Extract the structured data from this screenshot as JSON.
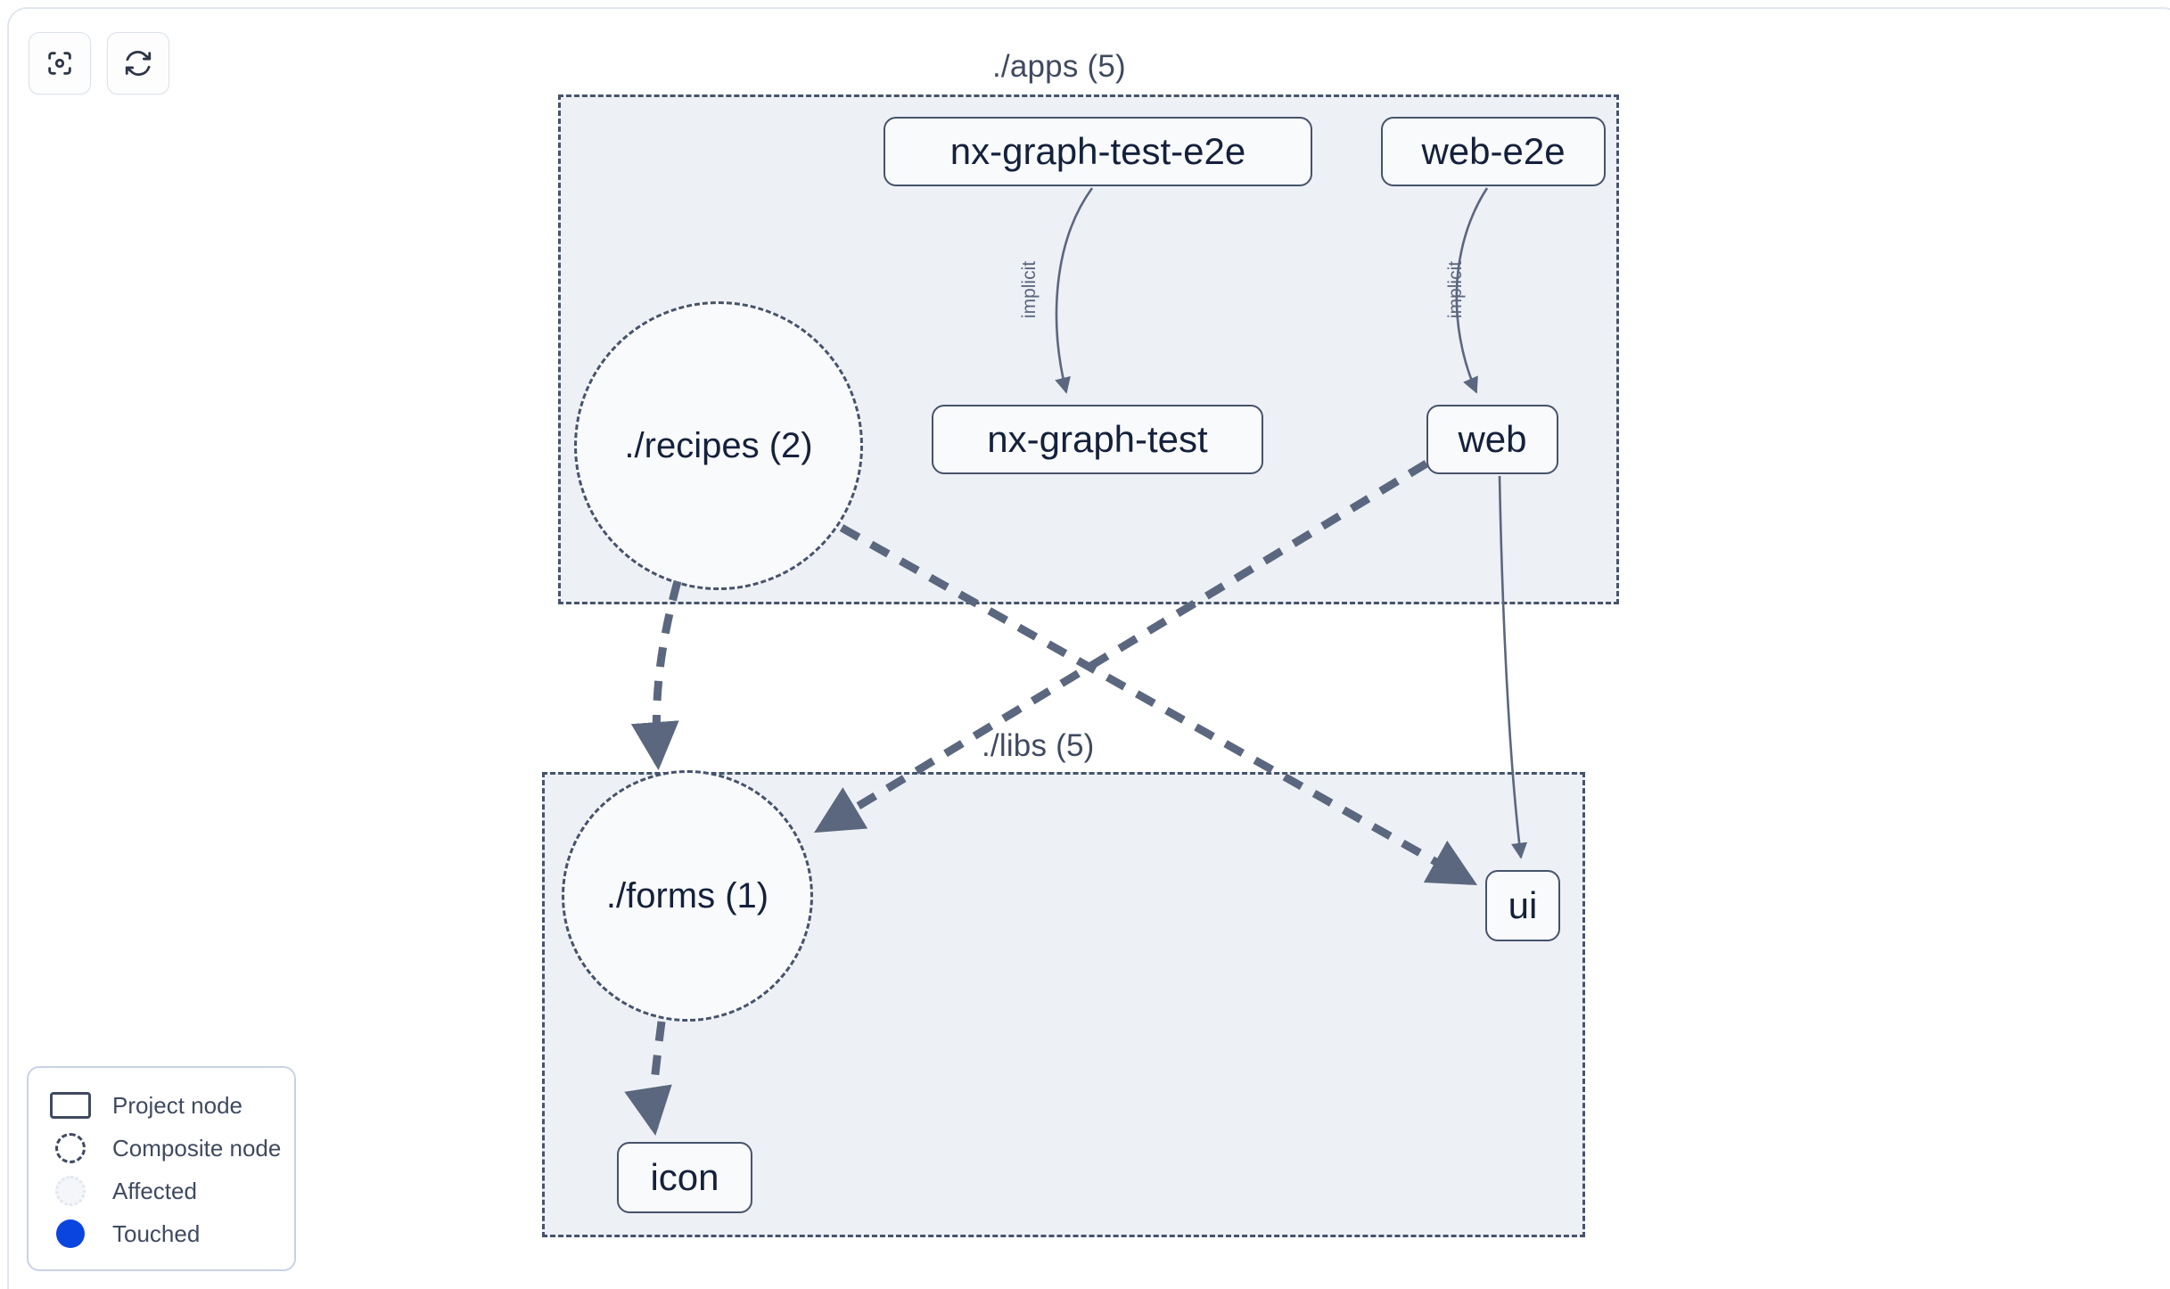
{
  "toolbar": {
    "buttons": [
      {
        "name": "focus-graph-button",
        "icon": "focus-target-icon",
        "title": "Focus"
      },
      {
        "name": "refresh-graph-button",
        "icon": "refresh-icon",
        "title": "Refresh"
      }
    ]
  },
  "graph": {
    "groups": [
      {
        "id": "apps",
        "label": "./apps (5)"
      },
      {
        "id": "libs",
        "label": "./libs (5)"
      }
    ],
    "nodes": [
      {
        "id": "nx-graph-test-e2e",
        "label": "nx-graph-test-e2e",
        "type": "project",
        "group": "apps"
      },
      {
        "id": "web-e2e",
        "label": "web-e2e",
        "type": "project",
        "group": "apps"
      },
      {
        "id": "nx-graph-test",
        "label": "nx-graph-test",
        "type": "project",
        "group": "apps"
      },
      {
        "id": "web",
        "label": "web",
        "type": "project",
        "group": "apps"
      },
      {
        "id": "recipes",
        "label": "./recipes (2)",
        "type": "composite",
        "group": "apps"
      },
      {
        "id": "forms",
        "label": "./forms (1)",
        "type": "composite",
        "group": "libs"
      },
      {
        "id": "ui",
        "label": "ui",
        "type": "project",
        "group": "libs"
      },
      {
        "id": "icon",
        "label": "icon",
        "type": "project",
        "group": "libs"
      }
    ],
    "edges": [
      {
        "from": "nx-graph-test-e2e",
        "to": "nx-graph-test",
        "label": "implicit",
        "style": "solid"
      },
      {
        "from": "web-e2e",
        "to": "web",
        "label": "implicit",
        "style": "solid"
      },
      {
        "from": "web",
        "to": "ui",
        "label": "",
        "style": "solid"
      },
      {
        "from": "recipes",
        "to": "forms",
        "label": "",
        "style": "dashed"
      },
      {
        "from": "recipes",
        "to": "ui",
        "label": "",
        "style": "dashed"
      },
      {
        "from": "web",
        "to": "forms",
        "label": "",
        "style": "dashed"
      },
      {
        "from": "forms",
        "to": "icon",
        "label": "",
        "style": "dashed"
      }
    ]
  },
  "legend": {
    "items": [
      {
        "label": "Project node",
        "swatch": "rect"
      },
      {
        "label": "Composite node",
        "swatch": "dashed-circle"
      },
      {
        "label": "Affected",
        "swatch": "affected-circle"
      },
      {
        "label": "Touched",
        "swatch": "touched-circle"
      }
    ],
    "touched_color": "#0b45e0"
  },
  "colors": {
    "canvas_bg": "#ffffff",
    "group_fill": "#edf0f5",
    "stroke": "#46536b",
    "node_fill": "#f8fafc",
    "text": "#15213b",
    "accent": "#0b45e0"
  }
}
